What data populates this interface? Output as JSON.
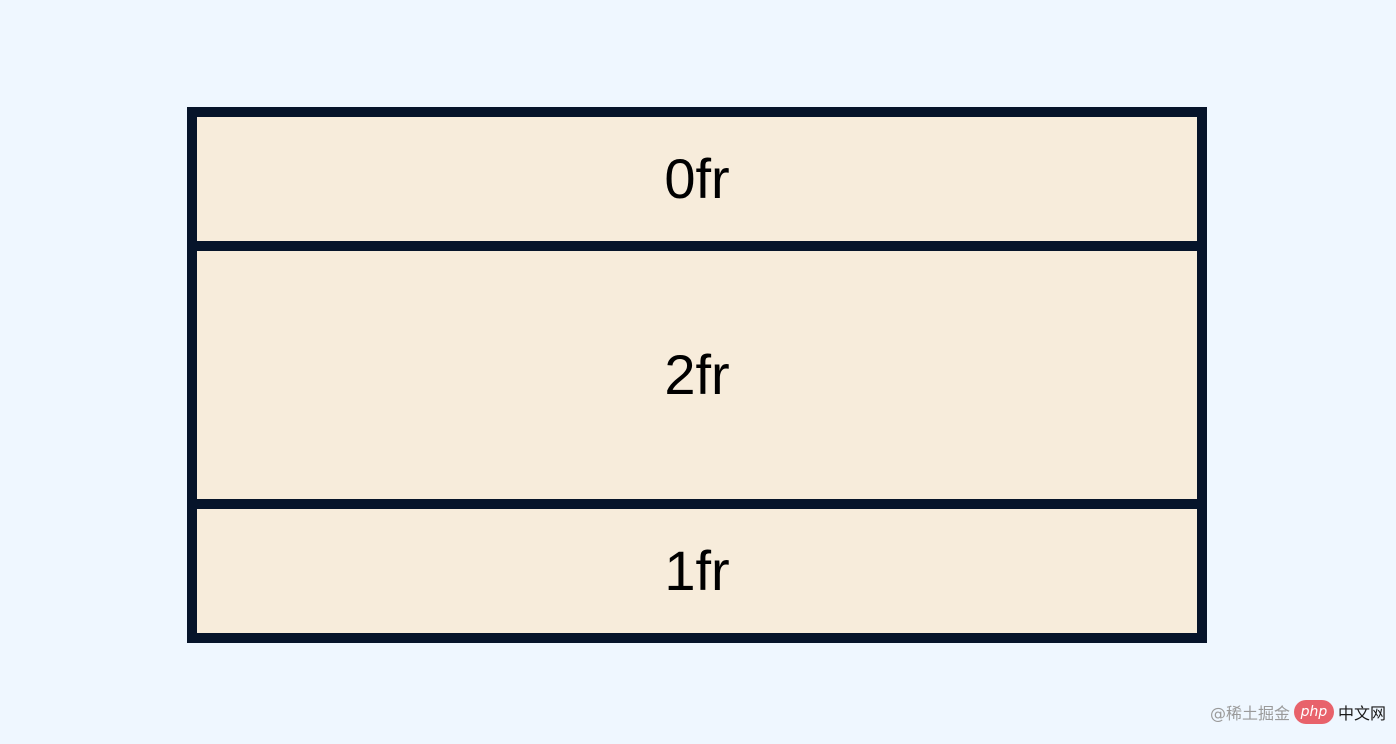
{
  "diagram": {
    "rows": [
      {
        "label": "0fr"
      },
      {
        "label": "2fr"
      },
      {
        "label": "1fr"
      }
    ]
  },
  "watermark": {
    "prefix": "@稀土掘金",
    "logo_text": "php",
    "suffix": "中文网"
  },
  "colors": {
    "background": "#eff7ff",
    "cell_fill": "#f7ecdb",
    "border": "#06142a",
    "badge": "#e8626b"
  }
}
